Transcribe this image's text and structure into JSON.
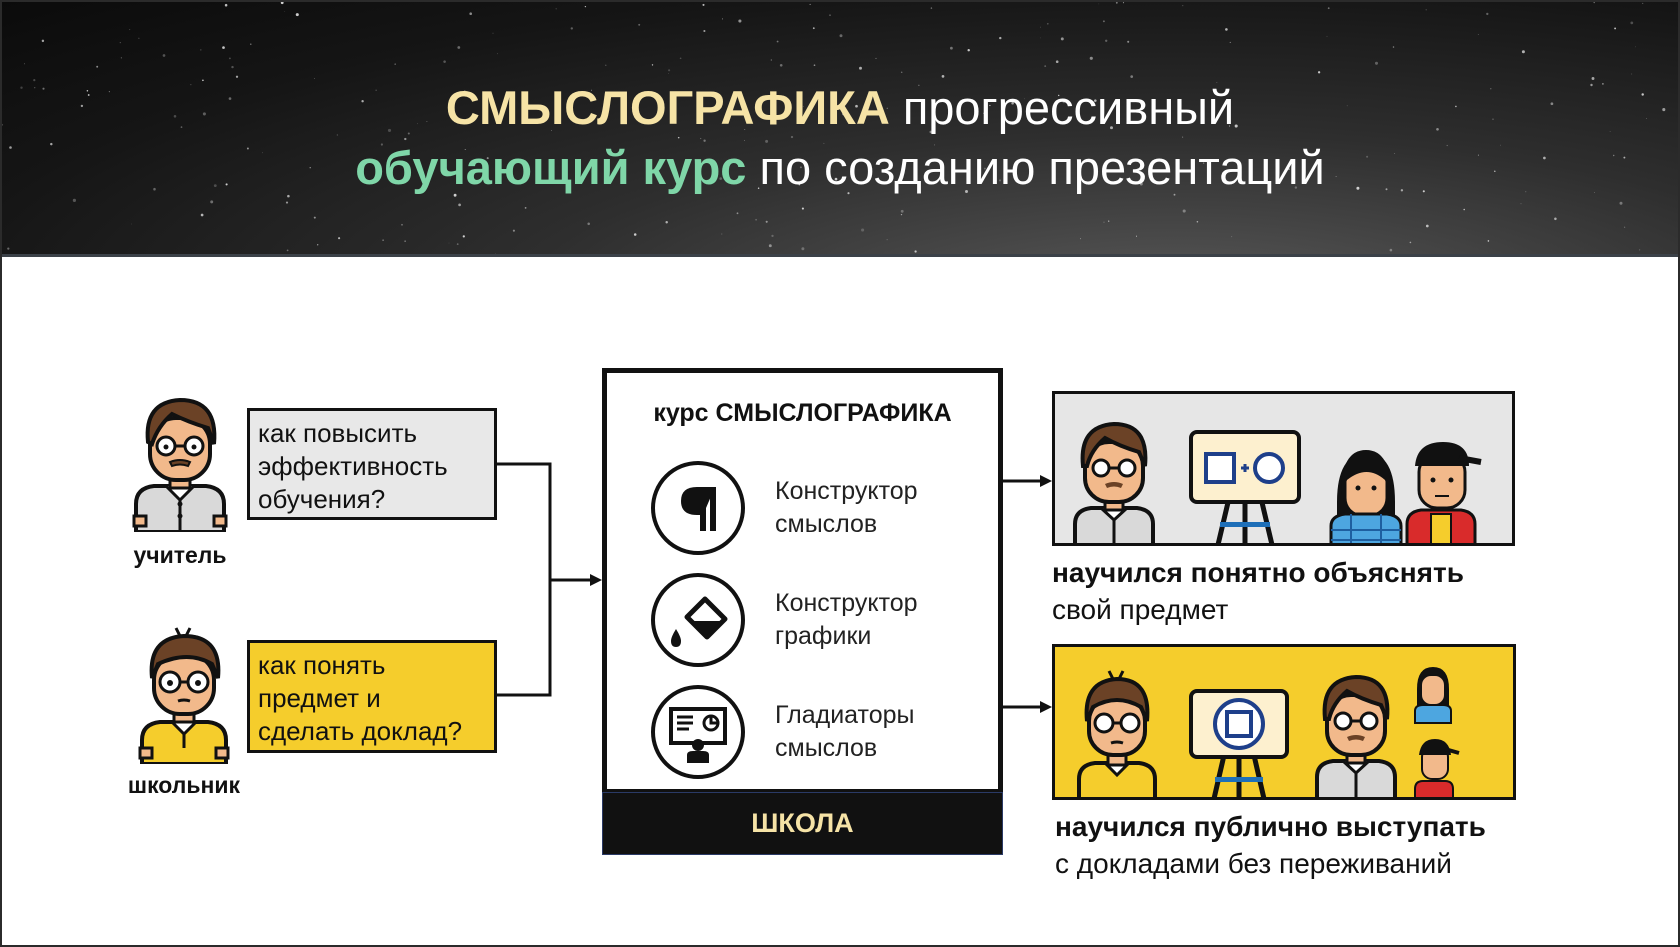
{
  "header": {
    "title_brand": "СМЫСЛОГРАФИКА",
    "title_rest_1": " прогрессивный",
    "title_highlight_2": "обучающий курс",
    "title_rest_2": " по созданию презентаций"
  },
  "roles": {
    "teacher": "учитель",
    "student": "школьник"
  },
  "questions": {
    "teacher": [
      "как повысить",
      "эффективность",
      "обучения?"
    ],
    "student": [
      "как понять",
      "предмет и",
      "сделать доклад?"
    ]
  },
  "course": {
    "title": "курс СМЫСЛОГРАФИКА",
    "modules": [
      {
        "line1": "Конструктор",
        "line2": "смыслов",
        "icon": "paragraph-icon"
      },
      {
        "line1": "Конструктор",
        "line2": "графики",
        "icon": "paint-bucket-icon"
      },
      {
        "line1": "Гладиаторы",
        "line2": "смыслов",
        "icon": "presentation-icon"
      }
    ],
    "school_label": "ШКОЛА"
  },
  "outcomes": [
    {
      "bold": "научился понятно объяснять",
      "normal": "свой предмет"
    },
    {
      "bold": "научился публично выступать",
      "normal": "с докладами без переживаний"
    }
  ],
  "colors": {
    "brand_yellow": "#f6e3a6",
    "brand_green": "#7fd6a8",
    "student_yellow": "#f5cd2c",
    "teacher_gray": "#e8e8e8",
    "dark": "#111111"
  }
}
